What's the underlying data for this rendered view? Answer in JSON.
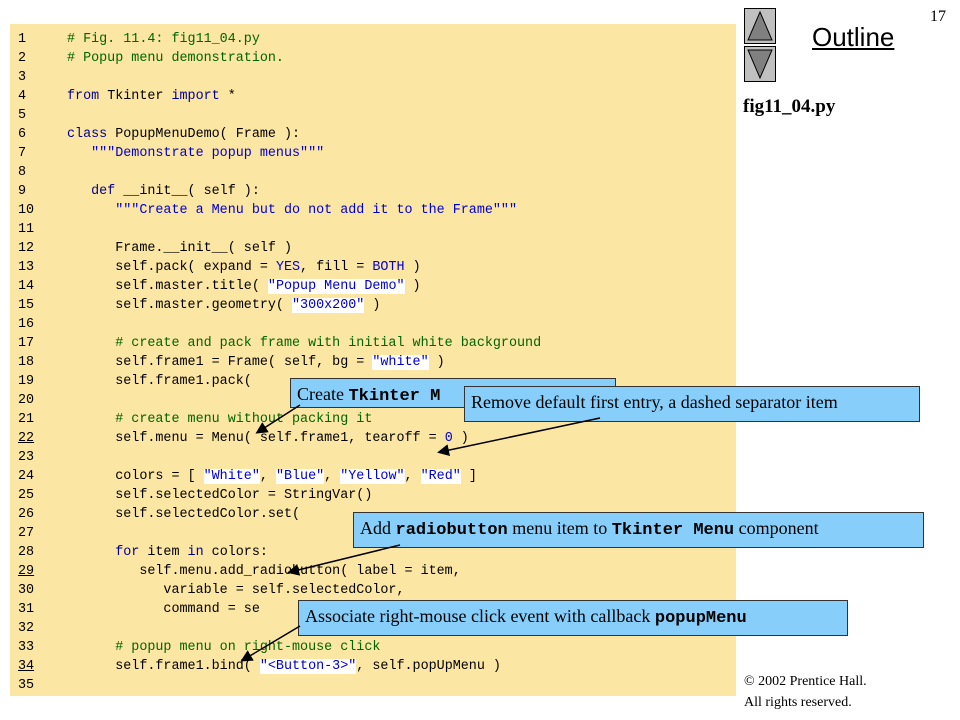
{
  "slide_number": "17",
  "outline_title": "Outline",
  "file_name": "fig11_04.py",
  "copyright": {
    "line1": " 2002 Prentice Hall.",
    "line2": "All rights reserved.",
    "symbol": "©"
  },
  "nav": {
    "up_icon": "triangle-up-icon",
    "down_icon": "triangle-down-icon"
  },
  "colors": {
    "code_background": "#fce6a4",
    "callout_background": "#87cefa",
    "keyword": "#00008b",
    "comment": "#006400",
    "string": "#0000cd"
  },
  "code_lines": [
    {
      "num": "1",
      "segs": [
        {
          "t": "# Fig. 11.4: fig11_04.py",
          "c": "cm"
        }
      ]
    },
    {
      "num": "2",
      "segs": [
        {
          "t": "# Popup menu demonstration.",
          "c": "cm"
        }
      ]
    },
    {
      "num": "3",
      "segs": []
    },
    {
      "num": "4",
      "segs": [
        {
          "t": "from",
          "c": "kw"
        },
        {
          "t": " Tkinter ",
          "c": ""
        },
        {
          "t": "import",
          "c": "kw"
        },
        {
          "t": " *",
          "c": ""
        }
      ]
    },
    {
      "num": "5",
      "segs": []
    },
    {
      "num": "6",
      "segs": [
        {
          "t": "class",
          "c": "kw"
        },
        {
          "t": " PopupMenuDemo( Frame ):",
          "c": ""
        }
      ]
    },
    {
      "num": "7",
      "segs": [
        {
          "t": "   ",
          "c": ""
        },
        {
          "t": "\"\"\"Demonstrate popup menus\"\"\"",
          "c": "st"
        }
      ]
    },
    {
      "num": "8",
      "segs": []
    },
    {
      "num": "9",
      "segs": [
        {
          "t": "   ",
          "c": ""
        },
        {
          "t": "def",
          "c": "kw"
        },
        {
          "t": " __init__( self ):",
          "c": ""
        }
      ]
    },
    {
      "num": "10",
      "segs": [
        {
          "t": "      ",
          "c": ""
        },
        {
          "t": "\"\"\"Create a Menu but do not add it to the Frame\"\"\"",
          "c": "st"
        }
      ]
    },
    {
      "num": "11",
      "segs": []
    },
    {
      "num": "12",
      "segs": [
        {
          "t": "      Frame.__init__( self )",
          "c": ""
        }
      ]
    },
    {
      "num": "13",
      "segs": [
        {
          "t": "      self.pack( expand = ",
          "c": ""
        },
        {
          "t": "YES",
          "c": "st"
        },
        {
          "t": ", fill = ",
          "c": ""
        },
        {
          "t": "BOTH",
          "c": "st"
        },
        {
          "t": " )",
          "c": ""
        }
      ]
    },
    {
      "num": "14",
      "segs": [
        {
          "t": "      self.master.title( ",
          "c": ""
        },
        {
          "t": "\"Popup Menu Demo\"",
          "c": "st-box"
        },
        {
          "t": " )",
          "c": ""
        }
      ]
    },
    {
      "num": "15",
      "segs": [
        {
          "t": "      self.master.geometry( ",
          "c": ""
        },
        {
          "t": "\"300x200\"",
          "c": "st-box"
        },
        {
          "t": " )",
          "c": ""
        }
      ]
    },
    {
      "num": "16",
      "segs": []
    },
    {
      "num": "17",
      "segs": [
        {
          "t": "      ",
          "c": ""
        },
        {
          "t": "# create and pack frame with initial white background",
          "c": "cm"
        }
      ]
    },
    {
      "num": "18",
      "segs": [
        {
          "t": "      self.frame1 = Frame( self, bg = ",
          "c": ""
        },
        {
          "t": "\"white\"",
          "c": "st-box"
        },
        {
          "t": " )",
          "c": ""
        }
      ]
    },
    {
      "num": "19",
      "segs": [
        {
          "t": "      self.frame1.pack(",
          "c": ""
        }
      ]
    },
    {
      "num": "20",
      "segs": []
    },
    {
      "num": "21",
      "segs": [
        {
          "t": "      ",
          "c": ""
        },
        {
          "t": "# create menu without packing it",
          "c": "cm"
        }
      ]
    },
    {
      "num": "22",
      "ul": true,
      "segs": [
        {
          "t": "      self.menu = Menu( self.frame1, tearoff = ",
          "c": ""
        },
        {
          "t": "0",
          "c": "st"
        },
        {
          "t": " )",
          "c": ""
        }
      ]
    },
    {
      "num": "23",
      "segs": []
    },
    {
      "num": "24",
      "segs": [
        {
          "t": "      colors = [ ",
          "c": ""
        },
        {
          "t": "\"White\"",
          "c": "st-box"
        },
        {
          "t": ", ",
          "c": ""
        },
        {
          "t": "\"Blue\"",
          "c": "st-box"
        },
        {
          "t": ", ",
          "c": ""
        },
        {
          "t": "\"Yellow\"",
          "c": "st-box"
        },
        {
          "t": ", ",
          "c": ""
        },
        {
          "t": "\"Red\"",
          "c": "st-box"
        },
        {
          "t": " ]",
          "c": ""
        }
      ]
    },
    {
      "num": "25",
      "segs": [
        {
          "t": "      self.selectedColor = StringVar()",
          "c": ""
        }
      ]
    },
    {
      "num": "26",
      "segs": [
        {
          "t": "      self.selectedColor.set(",
          "c": ""
        }
      ]
    },
    {
      "num": "27",
      "segs": []
    },
    {
      "num": "28",
      "segs": [
        {
          "t": "      ",
          "c": ""
        },
        {
          "t": "for",
          "c": "kw"
        },
        {
          "t": " item ",
          "c": ""
        },
        {
          "t": "in",
          "c": "kw"
        },
        {
          "t": " colors:",
          "c": ""
        }
      ]
    },
    {
      "num": "29",
      "ul": true,
      "segs": [
        {
          "t": "         self.menu.add_radiobutton( label = item,",
          "c": ""
        }
      ]
    },
    {
      "num": "30",
      "segs": [
        {
          "t": "            variable = self.selectedColor,",
          "c": ""
        }
      ]
    },
    {
      "num": "31",
      "segs": [
        {
          "t": "            command = se",
          "c": ""
        }
      ]
    },
    {
      "num": "32",
      "segs": []
    },
    {
      "num": "33",
      "segs": [
        {
          "t": "      ",
          "c": ""
        },
        {
          "t": "# popup menu on right-mouse click",
          "c": "cm"
        }
      ]
    },
    {
      "num": "34",
      "ul": true,
      "segs": [
        {
          "t": "      self.frame1.bind( ",
          "c": ""
        },
        {
          "t": "\"<Button-3>\"",
          "c": "st-box"
        },
        {
          "t": ", self.popUpMenu )",
          "c": ""
        }
      ]
    },
    {
      "num": "35",
      "segs": []
    }
  ],
  "callouts": [
    {
      "id": "callout-create-menu",
      "parts": [
        {
          "t": "Create ",
          "code": false
        },
        {
          "t": "Tkinter M",
          "code": true
        }
      ]
    },
    {
      "id": "callout-tearoff",
      "parts": [
        {
          "t": "Remove default first entry, a dashed separator item",
          "code": false
        }
      ]
    },
    {
      "id": "callout-radiobutton",
      "parts": [
        {
          "t": "Add ",
          "code": false
        },
        {
          "t": "radiobutton",
          "code": true
        },
        {
          "t": " menu item to ",
          "code": false
        },
        {
          "t": "Tkinter Menu",
          "code": true
        },
        {
          "t": " component",
          "code": false
        }
      ]
    },
    {
      "id": "callout-bind",
      "parts": [
        {
          "t": "Associate right-mouse click event with callback ",
          "code": false
        },
        {
          "t": "popupMenu",
          "code": true
        }
      ]
    }
  ]
}
